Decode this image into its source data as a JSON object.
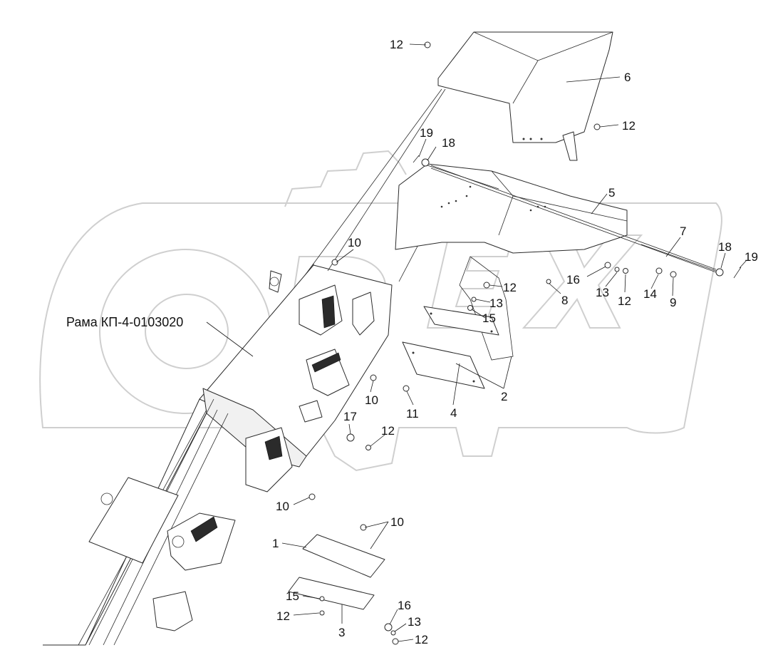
{
  "frame_label": "Рама КП-4-0103020",
  "callouts": [
    {
      "id": "c12a",
      "text": "12"
    },
    {
      "id": "c6",
      "text": "6"
    },
    {
      "id": "c12b",
      "text": "12"
    },
    {
      "id": "c19a",
      "text": "19"
    },
    {
      "id": "c18a",
      "text": "18"
    },
    {
      "id": "c5",
      "text": "5"
    },
    {
      "id": "c7",
      "text": "7"
    },
    {
      "id": "c18b",
      "text": "18"
    },
    {
      "id": "c19b",
      "text": "19"
    },
    {
      "id": "c10a",
      "text": "10"
    },
    {
      "id": "c16a",
      "text": "16"
    },
    {
      "id": "c12c",
      "text": "12"
    },
    {
      "id": "c8",
      "text": "8"
    },
    {
      "id": "c13a",
      "text": "13"
    },
    {
      "id": "c12d",
      "text": "12"
    },
    {
      "id": "c14",
      "text": "14"
    },
    {
      "id": "c9",
      "text": "9"
    },
    {
      "id": "c13b",
      "text": "13"
    },
    {
      "id": "c15a",
      "text": "15"
    },
    {
      "id": "c2",
      "text": "2"
    },
    {
      "id": "c10b",
      "text": "10"
    },
    {
      "id": "c11",
      "text": "11"
    },
    {
      "id": "c4",
      "text": "4"
    },
    {
      "id": "c17",
      "text": "17"
    },
    {
      "id": "c12e",
      "text": "12"
    },
    {
      "id": "c10c",
      "text": "10"
    },
    {
      "id": "c10d",
      "text": "10"
    },
    {
      "id": "c1",
      "text": "1"
    },
    {
      "id": "c15b",
      "text": "15"
    },
    {
      "id": "c12f",
      "text": "12"
    },
    {
      "id": "c3",
      "text": "3"
    },
    {
      "id": "c16b",
      "text": "16"
    },
    {
      "id": "c13c",
      "text": "13"
    },
    {
      "id": "c12g",
      "text": "12"
    }
  ]
}
